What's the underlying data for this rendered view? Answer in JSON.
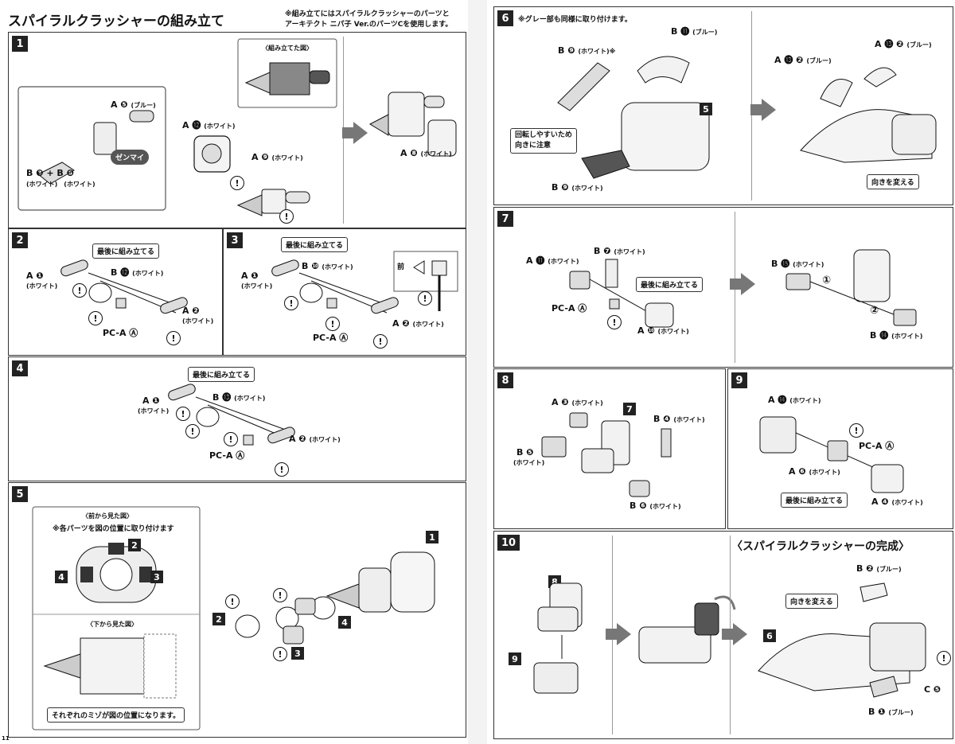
{
  "left_page": {
    "title": "スパイラルクラッシャーの組み立て",
    "note_line1": "※組み立てにはスパイラルクラッシャーのパーツと",
    "note_line2": "アーキテクト ニパ子 Ver.のパーツCを使用します。",
    "step1": {
      "num": "1",
      "callout_title": "〈組み立てた図〉",
      "parts": {
        "a5": "A ❺",
        "a5_sub": "(ブルー)",
        "b3b8": "B ❸ + B ❽",
        "b3b8_sub": "(ホワイト)　(ホワイト)",
        "zenmai": "ゼンマイ",
        "a12": "A ⓬",
        "a12_sub": "(ホワイト)",
        "a9": "A ❾",
        "a9_sub": "(ホワイト)",
        "a8": "A ❽",
        "a8_sub": "(ホワイト)"
      }
    },
    "step2": {
      "num": "2",
      "callout": "最後に組み立てる",
      "a1": "A ❶",
      "a1_sub": "(ホワイト)",
      "b12": "B ⓬",
      "b12_sub": "(ホワイト)",
      "a2": "A ❷",
      "a2_sub": "(ホワイト)",
      "pca": "PC-A Ⓐ"
    },
    "step3": {
      "num": "3",
      "callout": "最後に組み立てる",
      "a1": "A ❶",
      "a1_sub": "(ホワイト)",
      "b10": "B ❿",
      "b10_sub": "(ホワイト)",
      "front": "前",
      "a2": "A ❷",
      "a2_sub": "(ホワイト)",
      "pca": "PC-A Ⓐ"
    },
    "step4": {
      "num": "4",
      "callout": "最後に組み立てる",
      "a1": "A ❶",
      "a1_sub": "(ホワイト)",
      "b13": "B ⓭",
      "b13_sub": "(ホワイト)",
      "a2": "A ❷",
      "a2_sub": "(ホワイト)",
      "pca": "PC-A Ⓐ"
    },
    "step5": {
      "num": "5",
      "front_view": "〈前から見た図〉",
      "front_note": "※各パーツを図の位置に取り付けます",
      "bottom_view": "〈下から見た図〉",
      "bottom_note": "それぞれのミゾが図の位置になります。",
      "ref1": "1",
      "ref2": "2",
      "ref3": "3",
      "ref4": "4"
    },
    "page_number": "11"
  },
  "right_page": {
    "step6": {
      "num": "6",
      "note": "※グレー部も同様に取り付けます。",
      "b9": "B ❾",
      "b9_sub": "(ホワイト)※",
      "b11": "B ⓫",
      "b11_sub": "(ブルー)",
      "ref5": "5",
      "rotate_line1": "回転しやすいため",
      "rotate_line2": "向きに注意",
      "b9b": "B ❾",
      "b9b_sub": "(ホワイト)",
      "a13a": "A ⓭ ❷",
      "a13a_sub": "(ブルー)",
      "a13b": "A ⓭ ❷",
      "a13b_sub": "(ブルー)",
      "turn": "向きを変える"
    },
    "step7": {
      "num": "7",
      "a11": "A ⓫",
      "a11_sub": "(ホワイト)",
      "b7": "B ❼",
      "b7_sub": "(ホワイト)",
      "callout": "最後に組み立てる",
      "pca": "PC-A Ⓐ",
      "a10": "A ❿",
      "a10_sub": "(ホワイト)",
      "b15": "B ⓯",
      "b15_sub": "(ホワイト)",
      "order1": "①",
      "order2": "②",
      "b14": "B ⓮",
      "b14_sub": "(ホワイト)"
    },
    "step8": {
      "num": "8",
      "a3": "A ❸",
      "a3_sub": "(ホワイト)",
      "ref7": "7",
      "b4": "B ❹",
      "b4_sub": "(ホワイト)",
      "b5": "B ❺",
      "b5_sub": "(ホワイト)",
      "b6": "B ❻",
      "b6_sub": "(ホワイト)"
    },
    "step9": {
      "num": "9",
      "a14": "A ⓮",
      "a14_sub": "(ホワイト)",
      "pca": "PC-A Ⓐ",
      "a6": "A ❻",
      "a6_sub": "(ホワイト)",
      "callout": "最後に組み立てる",
      "a4": "A ❹",
      "a4_sub": "(ホワイト)"
    },
    "step10": {
      "num": "10",
      "ref8": "8",
      "ref9": "9",
      "ref6": "6",
      "complete": "〈スパイラルクラッシャーの完成〉",
      "b2": "B ❷",
      "b2_sub": "(ブルー)",
      "turn": "向きを変える",
      "c5": "C ❺",
      "b1": "B ❶",
      "b1_sub": "(ブルー)"
    }
  },
  "icons": {
    "warning": "!",
    "warning_name": "caution-icon",
    "arrow_name": "next-arrow-icon"
  },
  "colors": {
    "ink": "#111111",
    "panel_border": "#333333",
    "arrow_gray": "#777777",
    "callout_dark": "#555555"
  }
}
